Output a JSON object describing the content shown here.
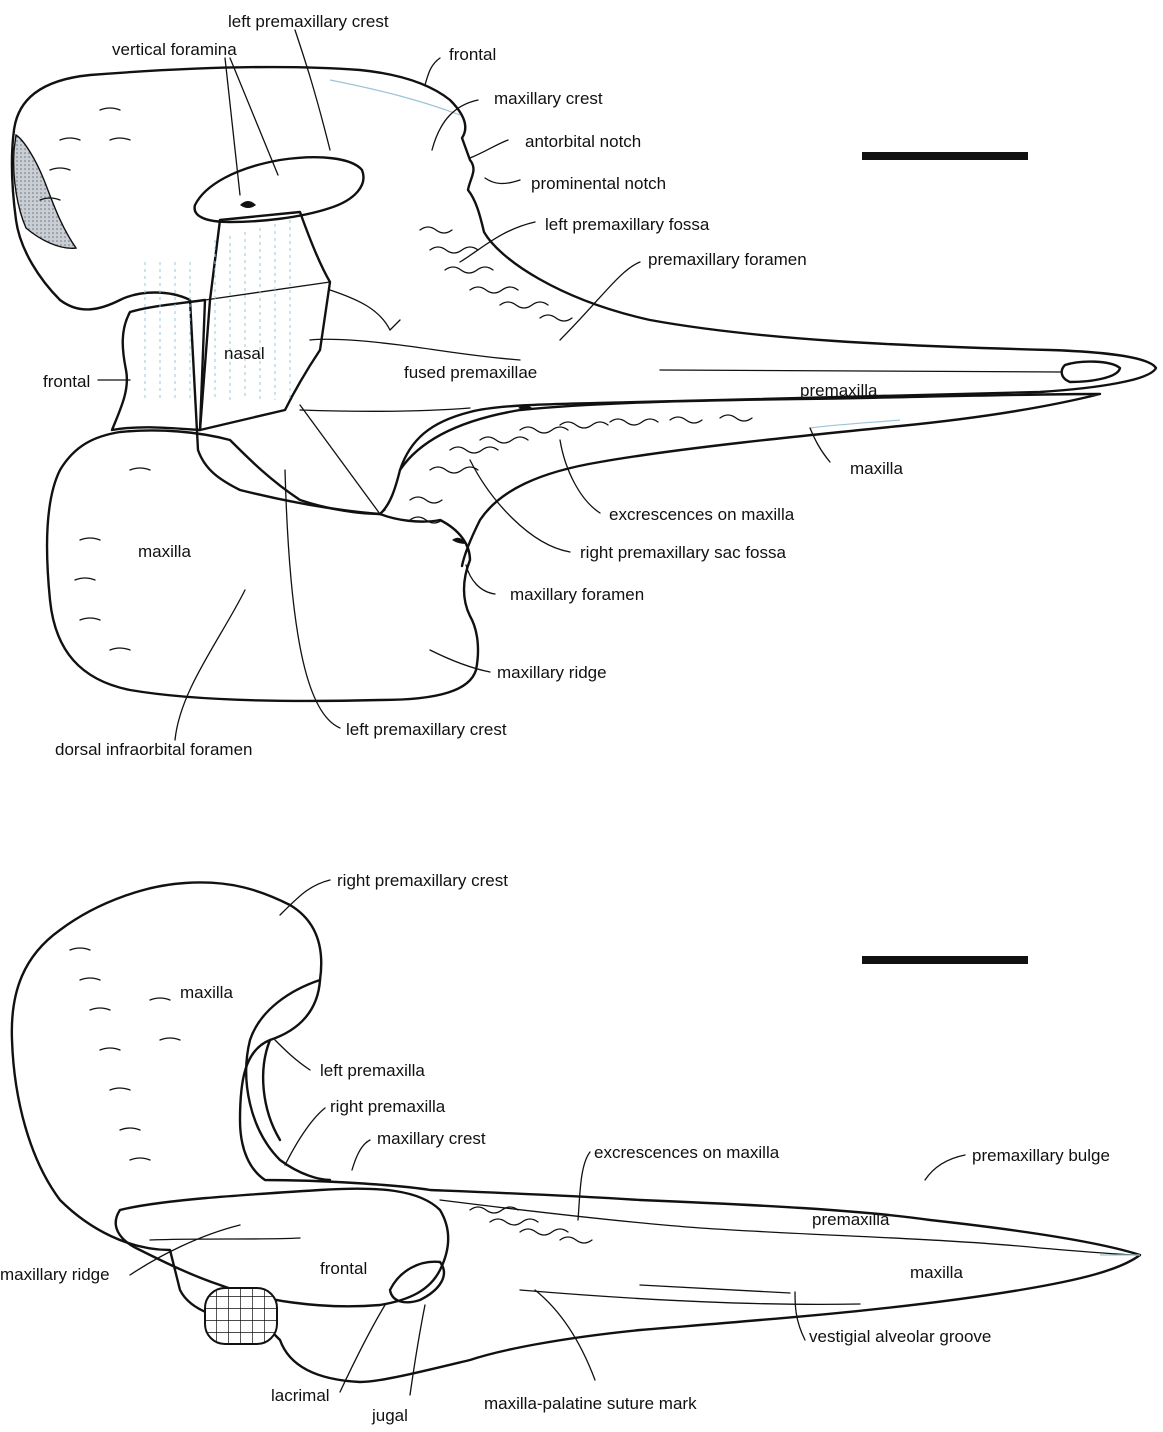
{
  "top_view": {
    "labels": [
      {
        "id": "left-premaxillary-crest-top",
        "text": "left premaxillary crest"
      },
      {
        "id": "vertical-foramina",
        "text": "vertical foramina"
      },
      {
        "id": "frontal-top-right",
        "text": "frontal"
      },
      {
        "id": "maxillary-crest",
        "text": "maxillary crest"
      },
      {
        "id": "antorbital-notch",
        "text": "antorbital notch"
      },
      {
        "id": "prominental-notch",
        "text": "prominental notch"
      },
      {
        "id": "left-premaxillary-fossa",
        "text": "left premaxillary fossa"
      },
      {
        "id": "premaxillary-foramen",
        "text": "premaxillary foramen"
      },
      {
        "id": "nasal",
        "text": "nasal"
      },
      {
        "id": "frontal-left",
        "text": "frontal"
      },
      {
        "id": "fused-premaxillae",
        "text": "fused premaxillae"
      },
      {
        "id": "premaxilla",
        "text": "premaxilla"
      },
      {
        "id": "maxilla-right",
        "text": "maxilla"
      },
      {
        "id": "excrescences-on-maxilla",
        "text": "excrescences on maxilla"
      },
      {
        "id": "maxilla-left",
        "text": "maxilla"
      },
      {
        "id": "right-premaxillary-sac-fossa",
        "text": "right premaxillary sac fossa"
      },
      {
        "id": "maxillary-foramen",
        "text": "maxillary foramen"
      },
      {
        "id": "maxillary-ridge",
        "text": "maxillary ridge"
      },
      {
        "id": "left-premaxillary-crest-bottom",
        "text": "left premaxillary crest"
      },
      {
        "id": "dorsal-infraorbital-foramen",
        "text": "dorsal infraorbital foramen"
      }
    ]
  },
  "bottom_view": {
    "labels": [
      {
        "id": "right-premaxillary-crest",
        "text": "right premaxillary crest"
      },
      {
        "id": "maxilla-upper",
        "text": "maxilla"
      },
      {
        "id": "left-premaxilla",
        "text": "left premaxilla"
      },
      {
        "id": "right-premaxilla",
        "text": "right premaxilla"
      },
      {
        "id": "maxillary-crest",
        "text": "maxillary crest"
      },
      {
        "id": "excrescences-on-maxilla",
        "text": "excrescences on maxilla"
      },
      {
        "id": "premaxillary-bulge",
        "text": "premaxillary bulge"
      },
      {
        "id": "premaxilla",
        "text": "premaxilla"
      },
      {
        "id": "maxillary-ridge",
        "text": "maxillary ridge"
      },
      {
        "id": "frontal",
        "text": "frontal"
      },
      {
        "id": "maxilla-rostrum",
        "text": "maxilla"
      },
      {
        "id": "lacrimal",
        "text": "lacrimal"
      },
      {
        "id": "jugal",
        "text": "jugal"
      },
      {
        "id": "maxilla-palatine-suture-mark",
        "text": "maxilla-palatine suture mark"
      },
      {
        "id": "vestigial-alveolar-groove",
        "text": "vestigial alveolar groove"
      }
    ]
  }
}
